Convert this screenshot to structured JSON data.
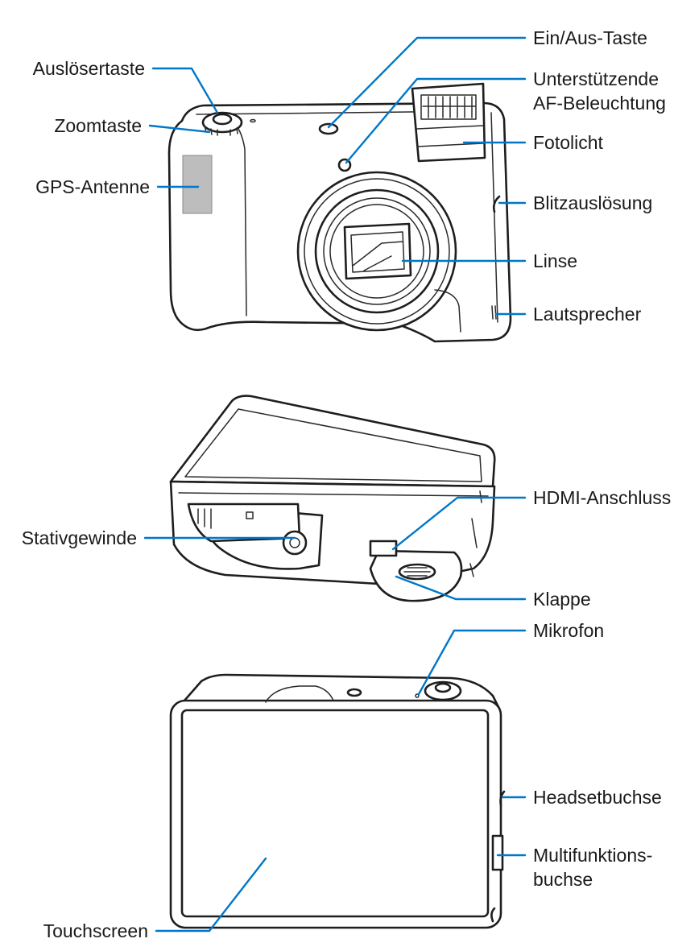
{
  "labels": {
    "ein_aus_taste": "Ein/Aus-Taste",
    "ausloesertaste": "Auslösertaste",
    "unterstuetzende_line1": "Unterstützende",
    "unterstuetzende_line2": "AF-Beleuchtung",
    "zoomtaste": "Zoomtaste",
    "fotolicht": "Fotolicht",
    "gps_antenne": "GPS-Antenne",
    "blitzausloesung": "Blitzauslösung",
    "linse": "Linse",
    "lautsprecher": "Lautsprecher",
    "hdmi_anschluss": "HDMI-Anschluss",
    "stativgewinde": "Stativgewinde",
    "klappe": "Klappe",
    "mikrofon": "Mikrofon",
    "headsetbuchse": "Headsetbuchse",
    "multifunktions_line1": "Multifunktions-",
    "multifunktions_line2": "buchse",
    "touchscreen": "Touchscreen"
  },
  "colors": {
    "leader": "#0077c8",
    "ink": "#1e1e1e",
    "antenna": "#bdbdbd"
  }
}
